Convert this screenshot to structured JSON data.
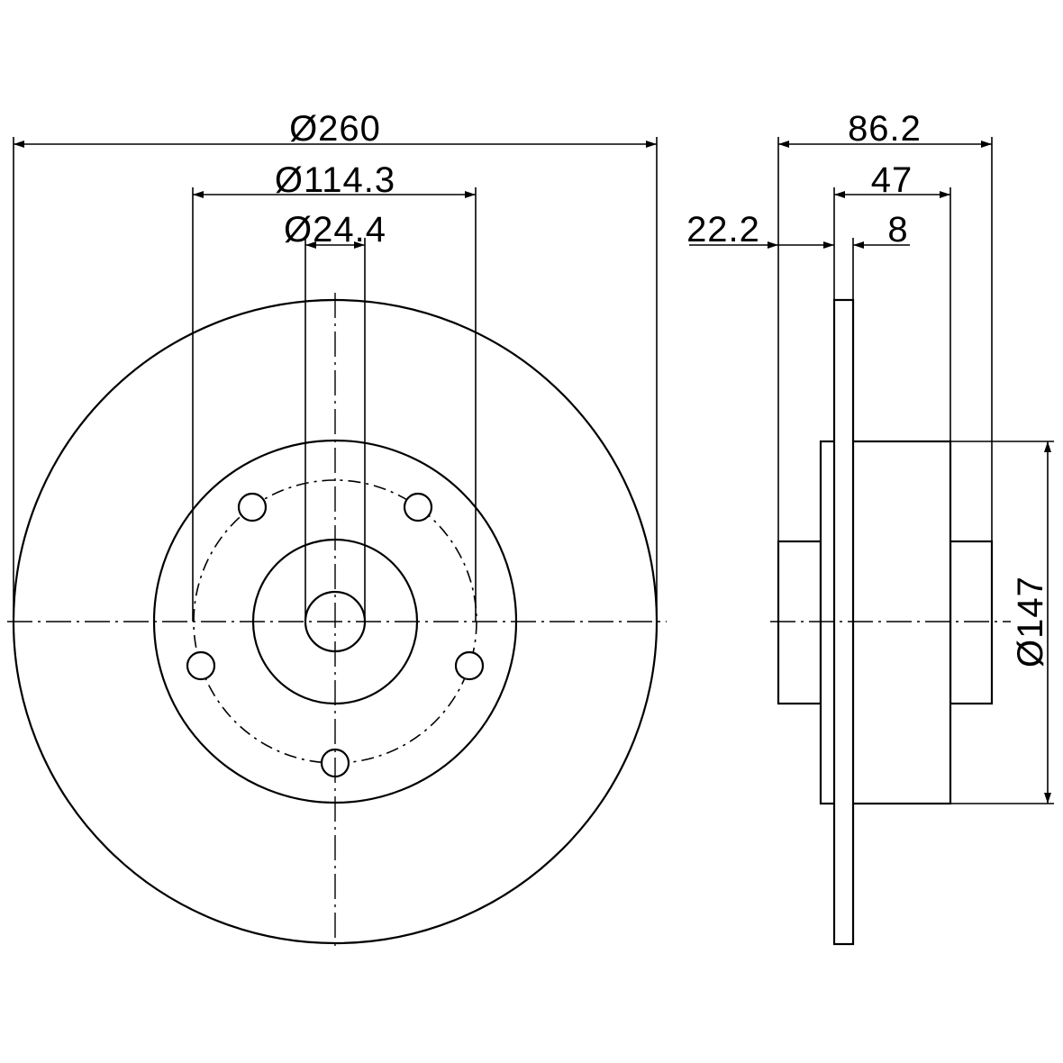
{
  "front_view": {
    "dim_outer_diameter": "Ø260",
    "dim_bolt_circle": "Ø114.3",
    "dim_center_bore": "Ø24.4"
  },
  "side_view": {
    "dim_overall_width": "86.2",
    "dim_hub_width": "47",
    "dim_offset": "22.2",
    "dim_disc_thickness": "8",
    "dim_hub_diameter": "Ø147"
  },
  "colors": {
    "line": "#000000",
    "background": "#ffffff"
  }
}
